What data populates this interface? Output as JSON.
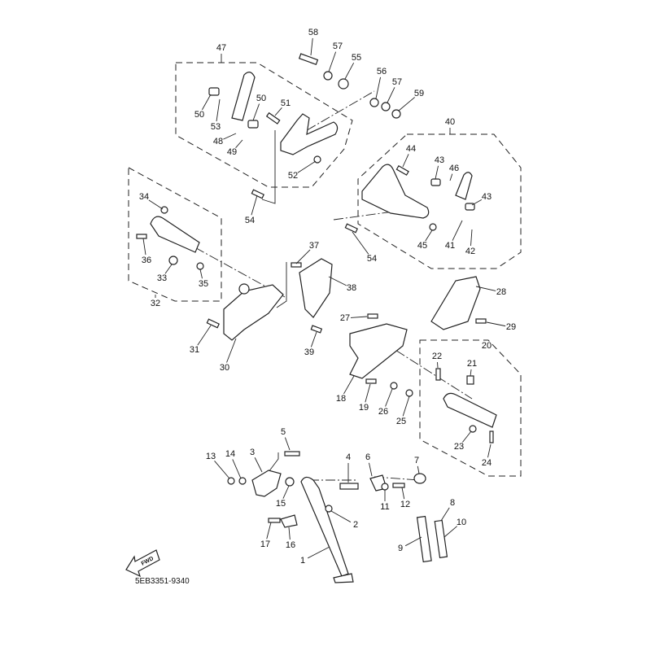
{
  "diagram": {
    "part_code": "5EB3351-9340",
    "fwd_label": "FWD",
    "callouts": [
      "58",
      "57",
      "55",
      "56",
      "57",
      "59",
      "47",
      "50",
      "53",
      "50",
      "51",
      "48",
      "49",
      "52",
      "54",
      "40",
      "44",
      "43",
      "46",
      "43",
      "45",
      "41",
      "42",
      "54",
      "34",
      "36",
      "33",
      "35",
      "32",
      "37",
      "38",
      "31",
      "30",
      "39",
      "27",
      "28",
      "29",
      "22",
      "21",
      "20",
      "18",
      "19",
      "26",
      "25",
      "23",
      "24",
      "5",
      "13",
      "14",
      "3",
      "4",
      "6",
      "7",
      "15",
      "11",
      "12",
      "2",
      "8",
      "10",
      "9",
      "17",
      "16",
      "1"
    ]
  }
}
